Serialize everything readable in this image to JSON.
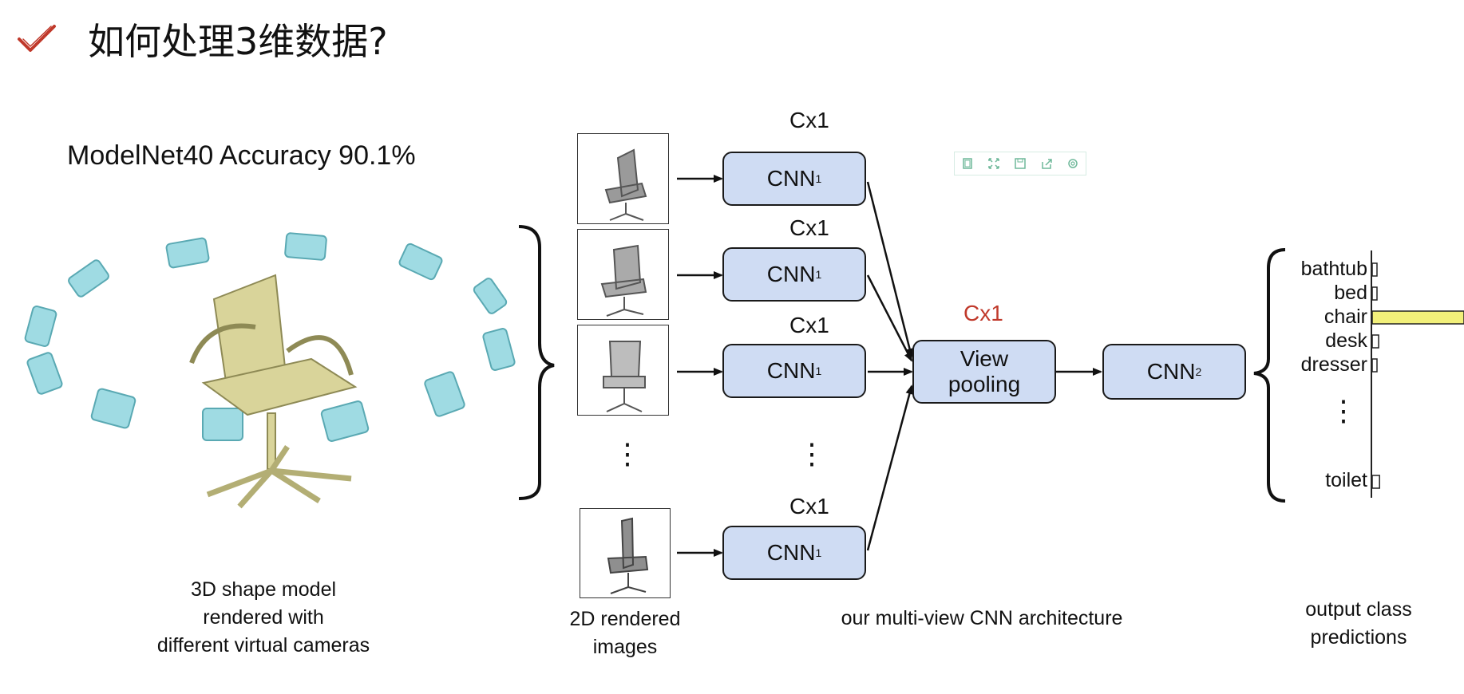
{
  "slide": {
    "title": "如何处理3维数据?",
    "subtitle": "ModelNet40 Accuracy 90.1%",
    "captions": {
      "left": [
        "3D shape model",
        "rendered with",
        "different virtual cameras"
      ],
      "images": [
        "2D rendered",
        "images"
      ],
      "architecture": "our multi-view CNN architecture",
      "output": [
        "output class",
        "predictions"
      ]
    },
    "cx_label": "Cx1",
    "cx_label_red": "Cx1",
    "cnn1": "CNN",
    "cnn1_sub": "1",
    "cnn2": "CNN",
    "cnn2_sub": "2",
    "view_pooling": [
      "View",
      "pooling"
    ],
    "ellipsis": "⋮"
  },
  "chart_data": {
    "type": "bar",
    "orientation": "horizontal",
    "categories": [
      "bathtub",
      "bed",
      "chair",
      "desk",
      "dresser",
      "toilet"
    ],
    "values": [
      0.03,
      0.03,
      1.0,
      0.07,
      0.04,
      0.08
    ],
    "highlight": "chair",
    "colors": {
      "bar": "#ffffff",
      "highlight": "#f2f07a",
      "stroke": "#222222"
    }
  },
  "toolbar": {
    "icons": [
      "copy-icon",
      "expand-icon",
      "save-icon",
      "share-icon",
      "settings-icon"
    ]
  },
  "colors": {
    "accent": "#c0392b",
    "box_fill": "#cfdcf3",
    "camera": "#9fdbe3",
    "chair": "#d9d49a"
  }
}
